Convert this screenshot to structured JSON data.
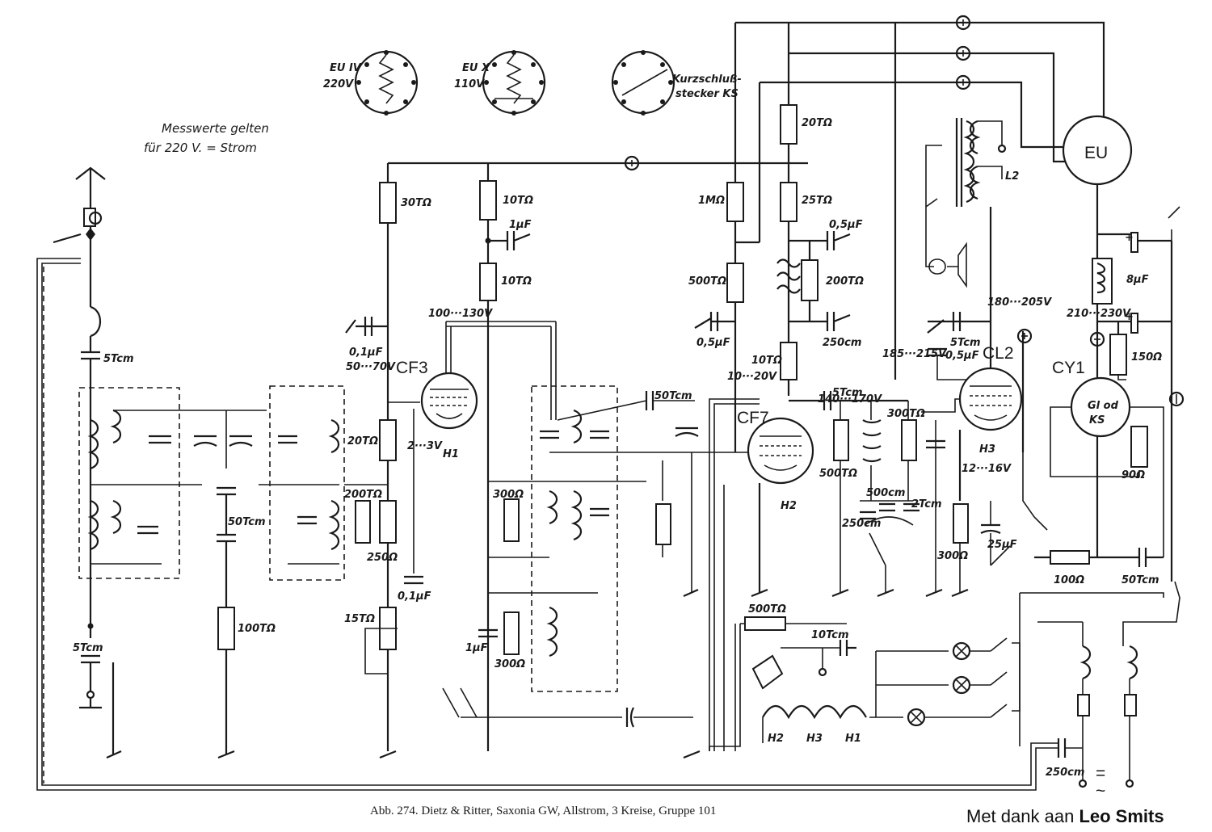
{
  "note_line1": "Messwerte gelten",
  "note_line2": "für 220 V. = Strom",
  "tubes": {
    "cf3": "CF3",
    "cf7": "CF7",
    "cl2": "CL2",
    "cy1": "CY1",
    "eu": "EU",
    "gl_line1": "Gl od",
    "gl_line2": "KS"
  },
  "plugs": {
    "eu4_name": "EU IV",
    "eu4_volt": "220V",
    "eu10_name": "EU X",
    "eu10_volt": "110V",
    "ks_line1": "Kurzschluß-",
    "ks_line2": "stecker KS"
  },
  "labels": {
    "c_5tcm_ant": "5Tcm",
    "c_5tcm_gnd": "5Tcm",
    "c_50tcm_mid": "50Tcm",
    "r_100t": "100TΩ",
    "r_30t": "30TΩ",
    "r_10t_a": "10TΩ",
    "c_1uf_a": "1µF",
    "r_10t_b": "10TΩ",
    "v_100_130": "100···130V",
    "c_01uf_a": "0,1µF",
    "v_50_70": "50···70V",
    "r_20t_a": "20TΩ",
    "v_2_3": "2···3V",
    "h1_tube": "H1",
    "r_200t": "200TΩ",
    "r_250": "250Ω",
    "c_01uf_b": "0,1µF",
    "r_15t": "15TΩ",
    "r_300_a": "300Ω",
    "c_1uf_b": "1µF",
    "r_300_b": "300Ω",
    "c_50tcm_b": "50Tcm",
    "r_20t_b": "20TΩ",
    "r_1m": "1MΩ",
    "r_25t": "25TΩ",
    "c_05uf_a": "0,5µF",
    "r_500t_a": "500TΩ",
    "r_200t_b": "200TΩ",
    "c_05uf_b": "0,5µF",
    "c_250cm": "250cm",
    "r_10t_c": "10TΩ",
    "v_10_20": "10···20V",
    "v_140_170": "140···170V",
    "c_5tcm_c": "5Tcm",
    "r_500t_b": "500TΩ",
    "h2_tube": "H2",
    "c_500cm": "500cm",
    "c_2tcm": "2Tcm",
    "c_250cm_b": "250cm",
    "r_300t": "300TΩ",
    "r_500t_c": "500TΩ",
    "c_10tcm": "10Tcm",
    "v_185_215": "185···215V",
    "c_5tcm_d": "5Tcm",
    "c_05uf_c": "0,5µF",
    "v_180_205": "180···205V",
    "h3_tube": "H3",
    "v_12_16": "12···16V",
    "r_300_c": "300Ω",
    "c_25uf": "25µF",
    "l2": "L2",
    "c_8uf": "8µF",
    "v_210_230": "210···230V",
    "r_150": "150Ω",
    "r_90": "90Ω",
    "r_100": "100Ω",
    "c_50tcm_e": "50Tcm",
    "c_250cm_c": "250cm",
    "heater_h2": "H2",
    "heater_h3": "H3",
    "heater_h1": "H1"
  },
  "caption": "Abb. 274. Dietz & Ritter, Saxonia GW, Allstrom, 3 Kreise, Gruppe 101",
  "credit_prefix": "Met dank aan",
  "credit_name": "Leo Smits"
}
